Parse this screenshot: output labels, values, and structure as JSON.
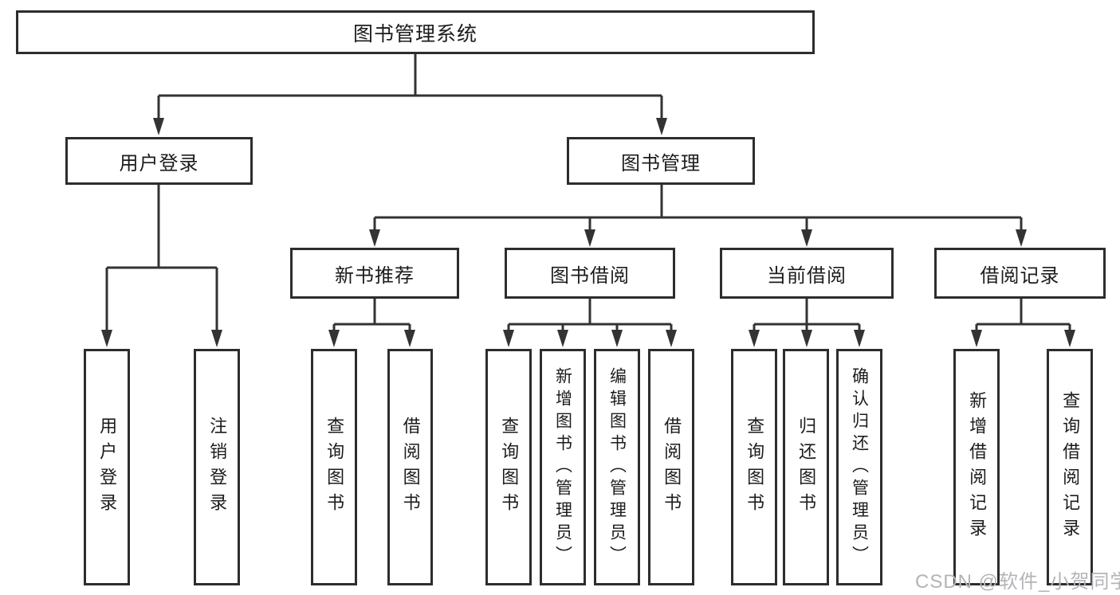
{
  "title": "图书管理系统",
  "tree": {
    "root": {
      "label": "图书管理系统"
    },
    "branches": [
      {
        "label": "用户登录",
        "children": [
          {
            "label": "用户登录"
          },
          {
            "label": "注销登录"
          }
        ]
      },
      {
        "label": "图书管理",
        "children": [
          {
            "label": "新书推荐",
            "children": [
              {
                "label": "查询图书"
              },
              {
                "label": "借阅图书"
              }
            ]
          },
          {
            "label": "图书借阅",
            "children": [
              {
                "label": "查询图书"
              },
              {
                "label": "新增图书（管理员）"
              },
              {
                "label": "编辑图书（管理员）"
              },
              {
                "label": "借阅图书"
              }
            ]
          },
          {
            "label": "当前借阅",
            "children": [
              {
                "label": "查询图书"
              },
              {
                "label": "归还图书"
              },
              {
                "label": "确认归还（管理员）"
              }
            ]
          },
          {
            "label": "借阅记录",
            "children": [
              {
                "label": "新增借阅记录"
              },
              {
                "label": "查询借阅记录"
              }
            ]
          }
        ]
      }
    ]
  },
  "watermark": {
    "text": "CSDN @软件_小贺同学"
  },
  "colors": {
    "line": "#333333",
    "border": "#2d2d2d",
    "text": "#1c1c1c",
    "background": "#ffffff",
    "watermark": "#b4b4b8"
  }
}
